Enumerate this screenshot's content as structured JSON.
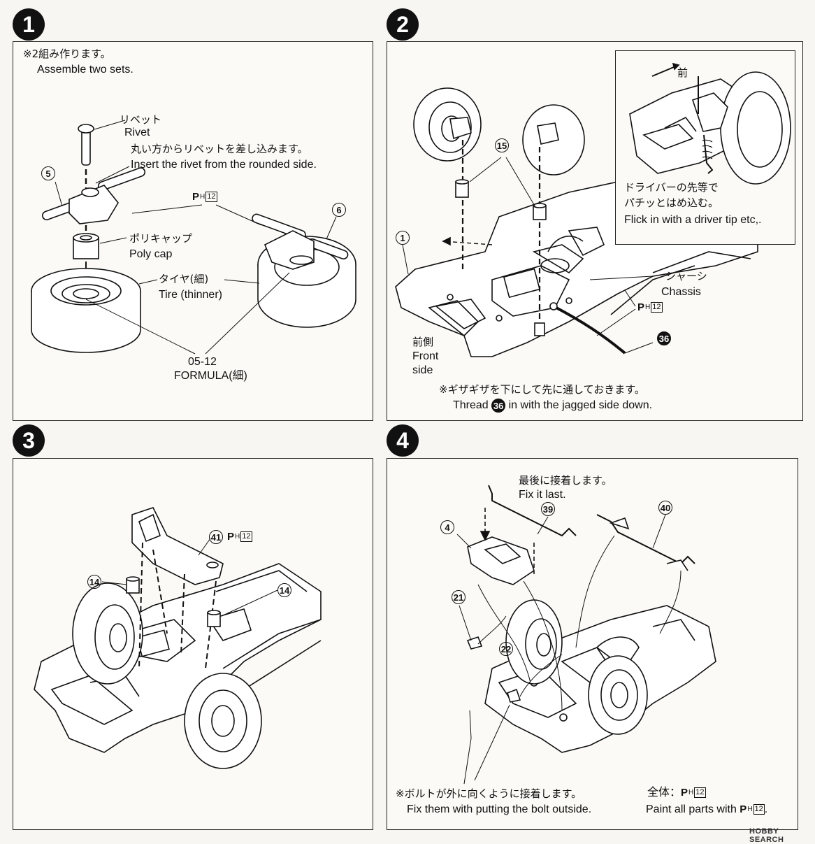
{
  "steps": [
    {
      "number": "1"
    },
    {
      "number": "2"
    },
    {
      "number": "3"
    },
    {
      "number": "4"
    }
  ],
  "step1": {
    "note_jp": "※2組み作ります。",
    "note_en": "Assemble two sets.",
    "rivet_jp": "リベット",
    "rivet_en": "Rivet",
    "insert_jp": "丸い方からリベットを差し込みます。",
    "insert_en": "Insert the rivet from the rounded side.",
    "part5": "5",
    "part6": "6",
    "ph_label": "P",
    "ph_sub": "H",
    "ph_num": "12",
    "polycap_jp": "ポリキャップ",
    "polycap_en": "Poly cap",
    "tire_jp": "タイヤ(細)",
    "tire_en": "Tire (thinner)",
    "wheel_code": "05-12",
    "wheel_name": "FORMULA(細)"
  },
  "step2": {
    "part15": "15",
    "part1": "1",
    "part36": "36",
    "inset_front": "前",
    "inset_jp1": "ドライバーの先等で",
    "inset_jp2": "パチッとはめ込む。",
    "inset_en": "Flick in with a driver tip etc,.",
    "chassis_jp": "シャーシ",
    "chassis_en": "Chassis",
    "ph_label": "P",
    "ph_sub": "H",
    "ph_num": "12",
    "front_jp": "前側",
    "front_en1": "Front",
    "front_en2": "side",
    "thread_jp": "※ギザギザを下にして先に通しておきます。",
    "thread_en_a": "Thread",
    "thread_en_b": "in with the jagged side down."
  },
  "step3": {
    "part41": "41",
    "part14a": "14",
    "part14b": "14",
    "ph_label": "P",
    "ph_sub": "H",
    "ph_num": "12"
  },
  "step4": {
    "last_jp": "最後に接着します。",
    "last_en": "Fix it last.",
    "part4": "4",
    "part39": "39",
    "part40": "40",
    "part21": "21",
    "part22": "22",
    "bolt_jp": "※ボルトが外に向くように接着します。",
    "bolt_en": "Fix them with putting the bolt outside.",
    "all_jp": "全体：",
    "all_en": "Paint all parts with",
    "ph_label": "P",
    "ph_sub": "H",
    "ph_num": "12",
    "period": "."
  },
  "watermark": "HOBBY SEARCH"
}
